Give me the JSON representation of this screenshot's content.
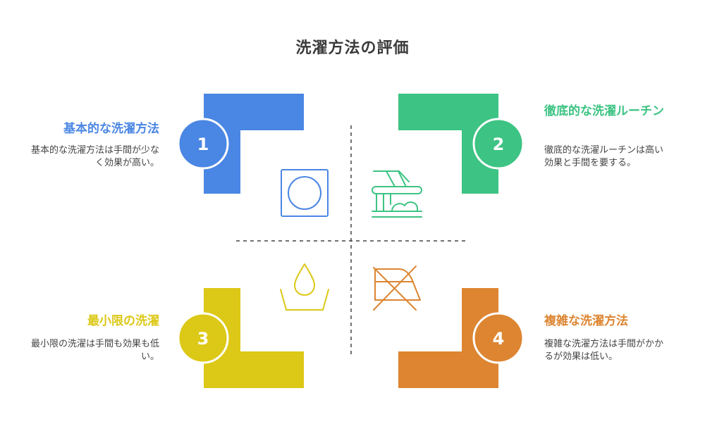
{
  "title": "洗濯方法の評価",
  "quadrants": [
    {
      "number": "1",
      "heading": "基本的な洗濯方法",
      "description": "基本的な洗濯方法は手間が少なく効果が高い。",
      "color": "#4a86e4",
      "icon": "washing-drum-icon"
    },
    {
      "number": "2",
      "heading": "徹底的な洗濯ルーチン",
      "description": "徹底的な洗濯ルーチンは高い効果と手間を要する。",
      "color": "#3dc383",
      "icon": "scrubbing-brush-icon"
    },
    {
      "number": "3",
      "heading": "最小限の洗濯",
      "description": "最小限の洗濯は手間も効果も低い。",
      "color": "#dcc816",
      "icon": "water-drop-basin-icon"
    },
    {
      "number": "4",
      "heading": "複雑な洗濯方法",
      "description": "複雑な洗濯方法は手間がかかるが効果は低い。",
      "color": "#dd8531",
      "icon": "no-ironing-icon"
    }
  ]
}
